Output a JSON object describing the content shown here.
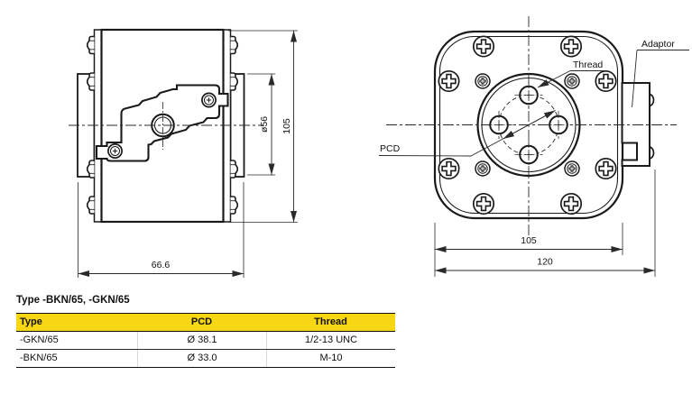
{
  "colors": {
    "header_bg": "#F7D613",
    "ink": "#1a1a1a"
  },
  "left_view": {
    "dim_width": "66.6",
    "dim_height": "105",
    "dim_flange_diameter": "ø56"
  },
  "right_view": {
    "dim_plate_width": "105",
    "dim_total_width": "120",
    "label_thread": "Thread",
    "label_pcd": "PCD",
    "label_adaptor": "Adaptor"
  },
  "table": {
    "title": "Type -BKN/65, -GKN/65",
    "columns": [
      "Type",
      "PCD",
      "Thread"
    ],
    "rows": [
      [
        "-GKN/65",
        "Ø 38.1",
        "1/2-13 UNC"
      ],
      [
        "-BKN/65",
        "Ø 33.0",
        "M-10"
      ]
    ]
  }
}
